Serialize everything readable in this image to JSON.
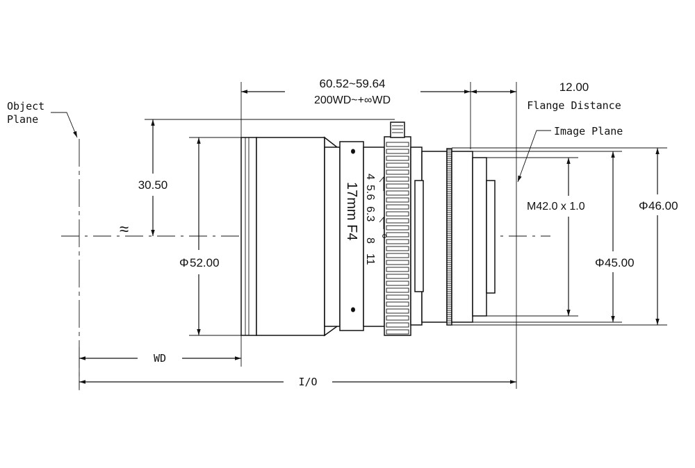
{
  "labels": {
    "object_plane_line1": "Object",
    "object_plane_line2": "Plane",
    "focus_range_value": "60.52~59.64",
    "focus_range_wd": "200WD~+∞WD",
    "flange_value": "12.00",
    "flange_label": "Flange Distance",
    "image_plane": "Image Plane",
    "half_height": "30.50",
    "approx": "≈",
    "diameter_52": "52.00",
    "diameter_45": "45.00",
    "diameter_46": "46.00",
    "mount_thread": "M42.0 x 1.0",
    "wd": "WD",
    "io": "I/O",
    "diameter_symbol": "Φ"
  },
  "lens_markings": {
    "model": "17mm F4",
    "aperture_scale": [
      "4",
      "5.6",
      "6.3",
      "8",
      "11"
    ]
  }
}
